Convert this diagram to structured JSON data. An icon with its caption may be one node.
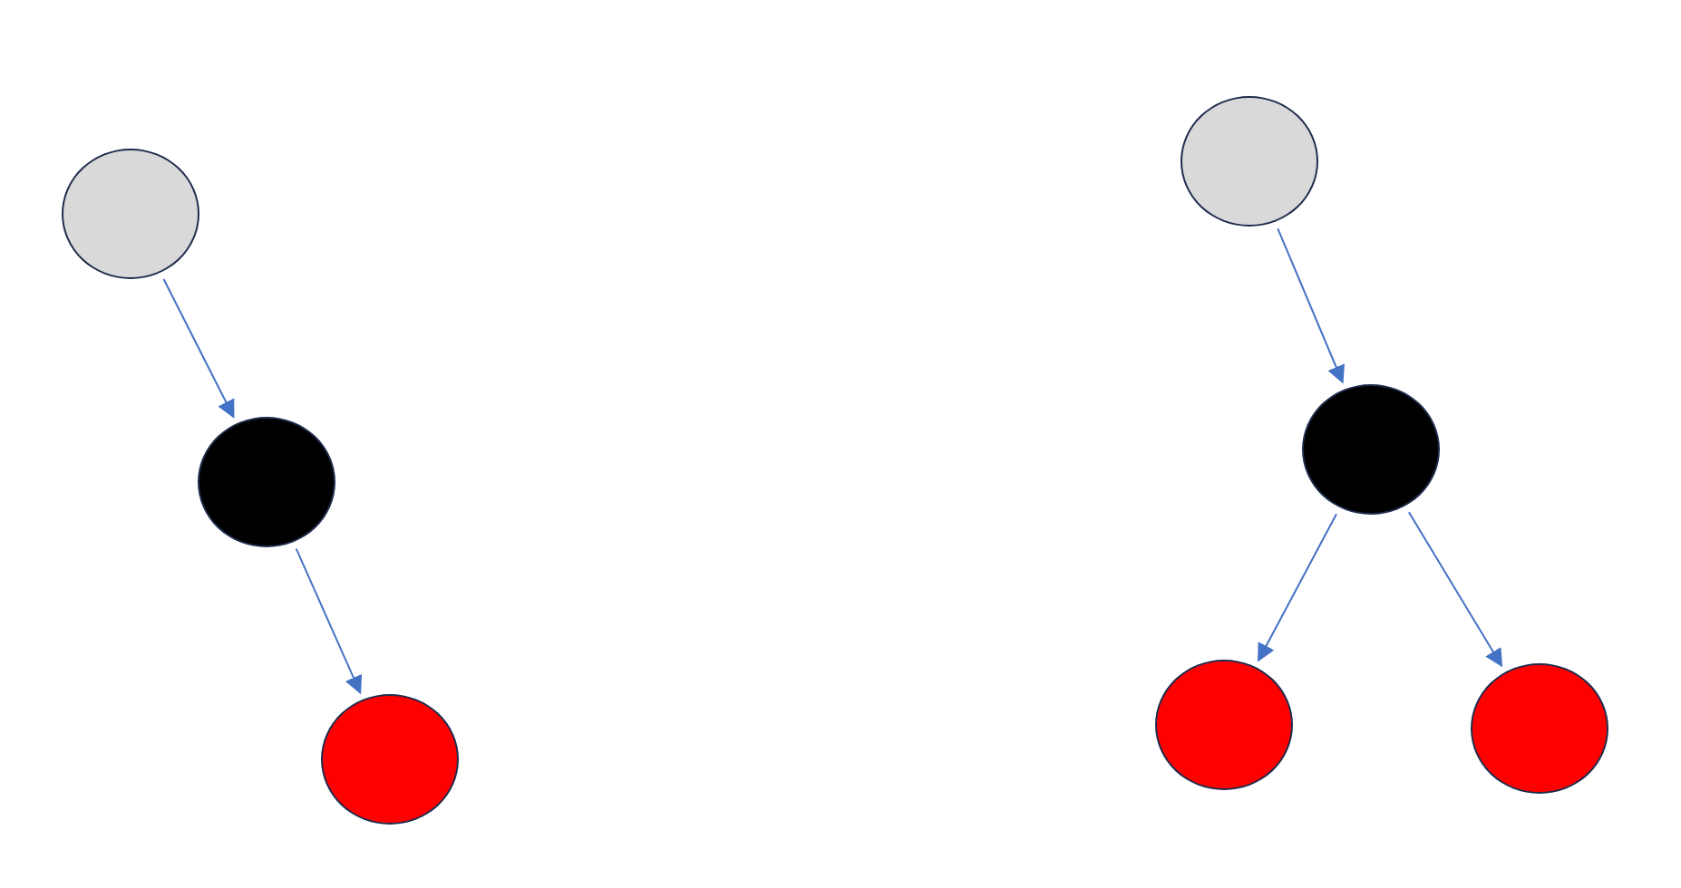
{
  "diagram": {
    "nodes": [
      {
        "text": [],
        "shape": "circle"
      },
      {
        "text": [],
        "shape": "circle"
      },
      {
        "text": [],
        "shape": "circle"
      },
      {
        "text": [],
        "shape": "circle"
      },
      {
        "text": [],
        "shape": "circle"
      },
      {
        "text": [],
        "shape": "circle"
      },
      {
        "text": [],
        "shape": "circle"
      }
    ],
    "edges": [
      {
        "from": 0,
        "to": 1,
        "arrow": "to"
      },
      {
        "from": 1,
        "to": 2,
        "arrow": "to"
      },
      {
        "from": 3,
        "to": 4,
        "arrow": "to"
      },
      {
        "from": 4,
        "to": 5,
        "arrow": "to"
      },
      {
        "from": 4,
        "to": 6,
        "arrow": "to"
      }
    ]
  }
}
